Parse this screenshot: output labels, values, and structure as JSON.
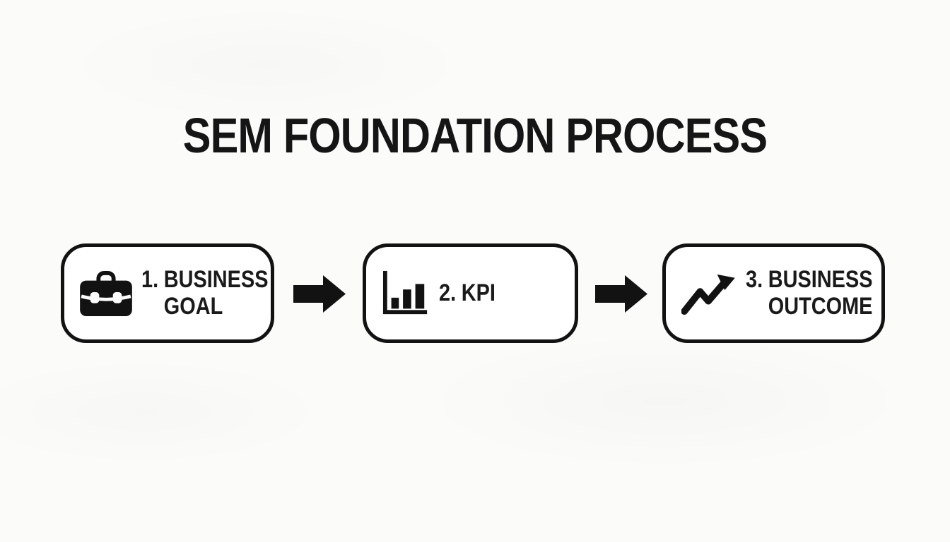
{
  "title": "SEM FOUNDATION PROCESS",
  "colors": {
    "ink": "#121212",
    "box_fill": "#ffffff",
    "background": "#fbfbf9"
  },
  "steps": [
    {
      "number": "1.",
      "line1": "BUSINESS",
      "line2": "GOAL",
      "icon": "briefcase-icon"
    },
    {
      "number": "2.",
      "line1": "KPI",
      "line2": "",
      "icon": "bar-chart-icon"
    },
    {
      "number": "3.",
      "line1": "BUSINESS",
      "line2": "OUTCOME",
      "icon": "trending-up-icon"
    }
  ],
  "connectors": [
    {
      "icon": "arrow-right-icon"
    },
    {
      "icon": "arrow-right-icon"
    }
  ]
}
